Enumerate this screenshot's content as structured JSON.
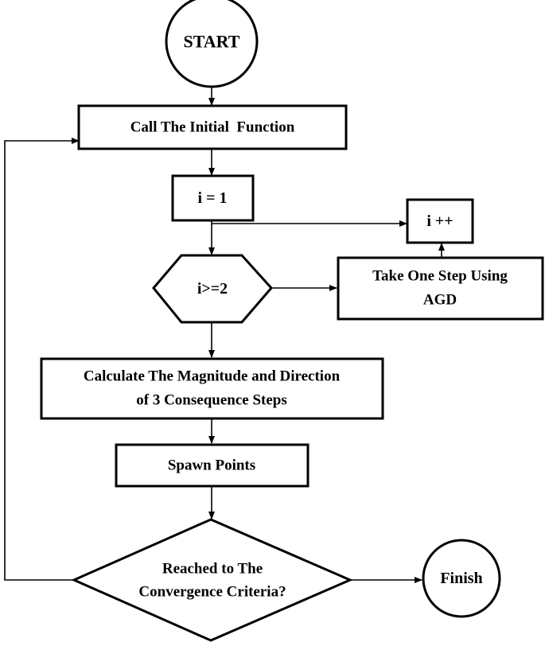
{
  "nodes": {
    "start": {
      "label": "START"
    },
    "call_initial": {
      "label": "Call The Initial  Function"
    },
    "init_i": {
      "label": "i = 1"
    },
    "increment": {
      "label": "i ++"
    },
    "decision_i": {
      "label": "i>=2"
    },
    "agd_step": {
      "line1": "Take One Step Using",
      "line2": "AGD"
    },
    "calculate": {
      "line1": "Calculate The Magnitude and Direction",
      "line2": "of 3 Consequence Steps"
    },
    "spawn": {
      "label": "Spawn Points"
    },
    "convergence": {
      "line1": "Reached to The",
      "line2": "Convergence Criteria?"
    },
    "finish": {
      "label": "Finish"
    }
  }
}
